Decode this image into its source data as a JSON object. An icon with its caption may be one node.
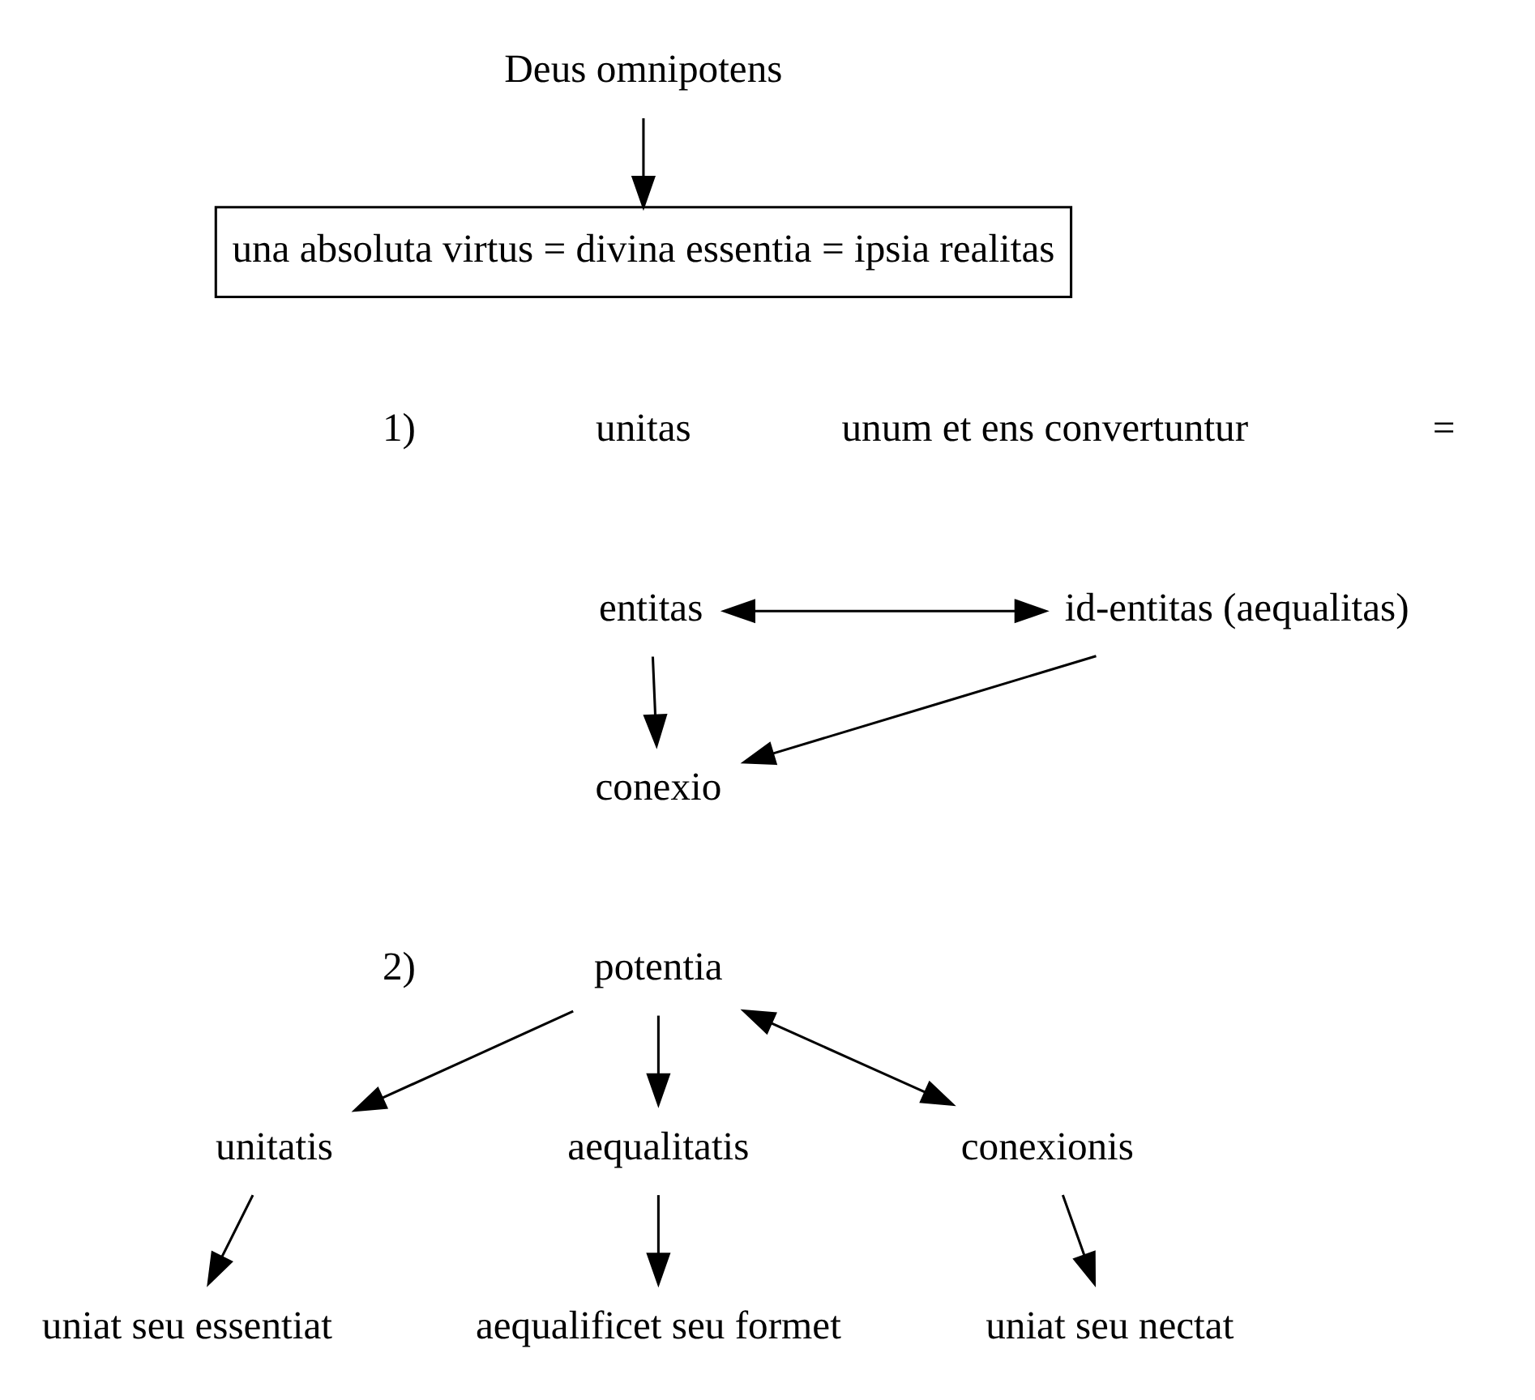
{
  "diagram": {
    "nodes": [
      {
        "text": [
          "Deus omnipotens"
        ]
      },
      {
        "text": [
          "una absoluta virtus = divina essentia = ipsia realitas"
        ]
      },
      {
        "text": [
          "entitas"
        ]
      },
      {
        "text": [
          "id-entitas (aequalitas)"
        ]
      },
      {
        "text": [
          "conexio"
        ]
      },
      {
        "text": [
          "potentia"
        ]
      },
      {
        "text": [
          "unitatis"
        ]
      },
      {
        "text": [
          "aequalitatis"
        ]
      },
      {
        "text": [
          "conexionis"
        ]
      },
      {
        "text": [
          "uniat seu essentiat"
        ]
      },
      {
        "text": [
          "aequalificet seu formet"
        ]
      },
      {
        "text": [
          "uniat seu nectat"
        ]
      }
    ],
    "edges": [
      {
        "from": 0,
        "to": 1,
        "arrow": "to"
      },
      {
        "from": 2,
        "to": 3,
        "arrow": "both"
      },
      {
        "from": 2,
        "to": 4,
        "arrow": "to"
      },
      {
        "from": 3,
        "to": 4,
        "arrow": "to"
      },
      {
        "from": 5,
        "to": 6,
        "arrow": "to"
      },
      {
        "from": 5,
        "to": 7,
        "arrow": "to"
      },
      {
        "from": 5,
        "to": 8,
        "arrow": "both"
      },
      {
        "from": 6,
        "to": 9,
        "arrow": "to"
      },
      {
        "from": 7,
        "to": 10,
        "arrow": "to"
      },
      {
        "from": 8,
        "to": 11,
        "arrow": "to"
      }
    ],
    "labels": [
      "1)",
      "unitas",
      "=",
      "unum et ens convertuntur",
      "2)"
    ]
  }
}
